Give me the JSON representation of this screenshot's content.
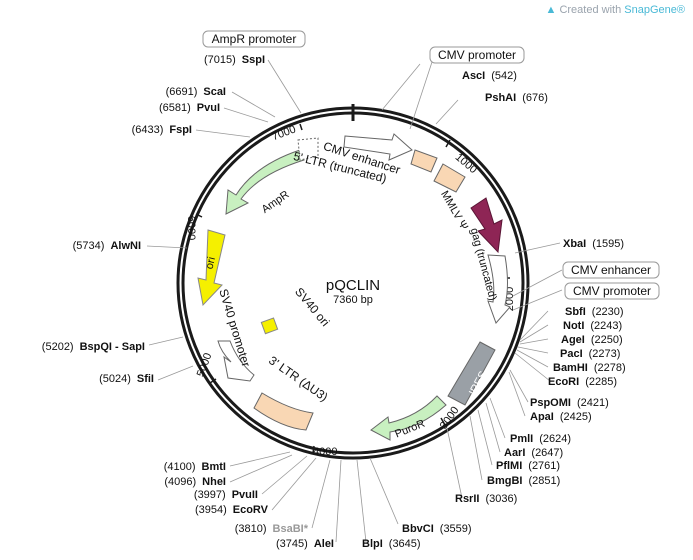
{
  "credit": {
    "prefix": "Created with",
    "brand": "SnapGene",
    "mark": "®"
  },
  "plasmid": {
    "name": "pQCLIN",
    "size": "7360 bp"
  },
  "ticks": [
    "1000",
    "2000",
    "3000",
    "4000",
    "5000",
    "6000",
    "7000"
  ],
  "features": [
    {
      "name": "AmpR promoter",
      "kind": "boxed"
    },
    {
      "name": "CMV promoter",
      "kind": "boxed"
    },
    {
      "name": "CMV enhancer",
      "kind": "boxed"
    },
    {
      "name": "CMV promoter",
      "kind": "boxed"
    },
    {
      "name": "CMV enhancer",
      "kind": "inner"
    },
    {
      "name": "5' LTR (truncated)",
      "kind": "inner"
    },
    {
      "name": "AmpR",
      "kind": "inner"
    },
    {
      "name": "MMLV Ψ",
      "kind": "inner"
    },
    {
      "name": "gag (truncated)",
      "kind": "inner"
    },
    {
      "name": "ori",
      "kind": "inner"
    },
    {
      "name": "SV40 promoter",
      "kind": "inner"
    },
    {
      "name": "SV40 ori",
      "kind": "inner"
    },
    {
      "name": "3' LTR (ΔU3)",
      "kind": "inner"
    },
    {
      "name": "IRES",
      "kind": "inner"
    },
    {
      "name": "PuroR",
      "kind": "inner"
    }
  ],
  "sites": [
    {
      "pos": "(7015)",
      "name": "SspI"
    },
    {
      "pos": "(6691)",
      "name": "ScaI"
    },
    {
      "pos": "(6581)",
      "name": "PvuI"
    },
    {
      "pos": "(6433)",
      "name": "FspI"
    },
    {
      "pos": "(5734)",
      "name": "AlwNI"
    },
    {
      "pos": "(5202)",
      "name": "BspQI - SapI"
    },
    {
      "pos": "(5024)",
      "name": "SfiI"
    },
    {
      "pos": "(4100)",
      "name": "BmtI"
    },
    {
      "pos": "(4096)",
      "name": "NheI"
    },
    {
      "pos": "(3997)",
      "name": "PvuII"
    },
    {
      "pos": "(3954)",
      "name": "EcoRV"
    },
    {
      "pos": "(3810)",
      "name": "BsaBI*"
    },
    {
      "pos": "(3745)",
      "name": "AleI"
    },
    {
      "pos": "(3645)",
      "name": "BlpI"
    },
    {
      "pos": "(3559)",
      "name": "BbvCI"
    },
    {
      "pos": "(542)",
      "name": "AscI"
    },
    {
      "pos": "(676)",
      "name": "PshAI"
    },
    {
      "pos": "(1595)",
      "name": "XbaI"
    },
    {
      "pos": "(2230)",
      "name": "SbfI"
    },
    {
      "pos": "(2243)",
      "name": "NotI"
    },
    {
      "pos": "(2250)",
      "name": "AgeI"
    },
    {
      "pos": "(2273)",
      "name": "PacI"
    },
    {
      "pos": "(2278)",
      "name": "BamHI"
    },
    {
      "pos": "(2285)",
      "name": "EcoRI"
    },
    {
      "pos": "(2421)",
      "name": "PspOMI"
    },
    {
      "pos": "(2425)",
      "name": "ApaI"
    },
    {
      "pos": "(2624)",
      "name": "PmlI"
    },
    {
      "pos": "(2647)",
      "name": "AarI"
    },
    {
      "pos": "(2761)",
      "name": "PflMI"
    },
    {
      "pos": "(2851)",
      "name": "BmgBI"
    },
    {
      "pos": "(3036)",
      "name": "RsrII"
    }
  ],
  "colors": {
    "backbone": "#1a1a1a",
    "ampr": "#c8f0c0",
    "ori": "#f5f000",
    "cmv": "#f9d7b4",
    "gag_psi": "#8e2555",
    "ires": "#9aa0a6",
    "puror": "#c8f0c0",
    "ltr": "#f9d7b4",
    "sv40": "#ffffff"
  }
}
